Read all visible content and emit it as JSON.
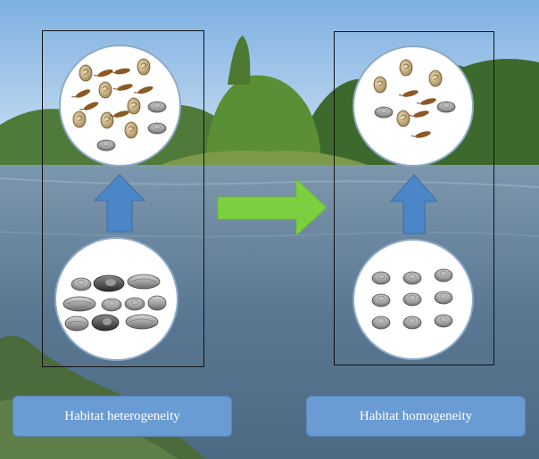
{
  "labels": {
    "left": "Habitat heterogeneity",
    "right": "Habitat homogeneity"
  },
  "icons": {
    "background": "river-landscape-photo",
    "up_arrow": "up-arrow-icon",
    "right_arrow": "right-arrow-icon",
    "snail": "snail-shell-icon",
    "insect": "insect-larva-icon",
    "limpet": "limpet-shell-icon",
    "mussel": "mussel-shell-icon"
  },
  "colors": {
    "sky": "#9fc3e8",
    "water": "#5d7f9c",
    "trees": "#3d6a2c",
    "up_arrow": "#4a86c8",
    "right_arrow": "#7ccf3f",
    "label_box": "#6b9bd3",
    "label_text": "#ffffff",
    "frame": "#111111",
    "circle_border": "#8ea9c8"
  }
}
